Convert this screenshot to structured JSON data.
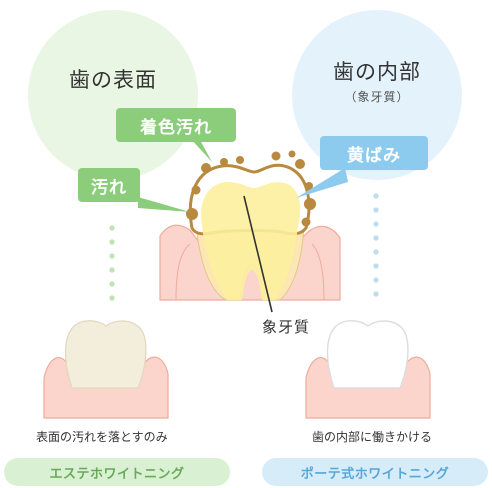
{
  "surface_bubble": {
    "title": "歯の表面"
  },
  "inner_bubble": {
    "title": "歯の内部",
    "subtitle": "（象牙質）"
  },
  "tags": {
    "stain": "着色汚れ",
    "dirt": "汚れ",
    "yellowing": "黄ばみ"
  },
  "dentin_label": "象牙質",
  "left": {
    "caption": "表面の汚れを落とすのみ",
    "pill": "エステホワイトニング"
  },
  "right": {
    "caption": "歯の内部に働きかける",
    "pill": "ポーテ式ホワイトニング"
  },
  "colors": {
    "green_bubble": "#e8f6e3",
    "blue_bubble": "#e4f2fb",
    "green_tag": "#8ccd7c",
    "blue_tag": "#8dcbee",
    "gum": "#fbd5cc",
    "gum_line": "#f0aa9a",
    "dirt": "#b8893e",
    "left_pill_bg": "#d9f1d2",
    "left_pill_text": "#6aa95b",
    "right_pill_bg": "#d7ecf9",
    "right_pill_text": "#5aa6d6"
  }
}
